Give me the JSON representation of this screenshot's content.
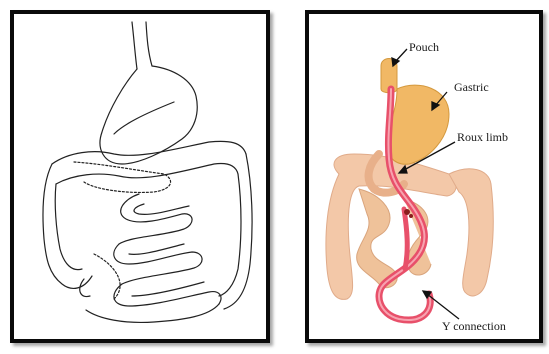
{
  "left_figure": {
    "icon": "normal-digestive-tract-line-drawing"
  },
  "right_figure": {
    "icon": "roux-en-y-gastric-bypass-illustration",
    "labels": {
      "pouch": "Pouch",
      "gastric": "Gastric",
      "roux_limb": "Roux limb",
      "y_connection": "Y connection"
    }
  },
  "colors": {
    "border": "#0a0a0a",
    "colon": "#f3c8a8",
    "stomach": "#f1b865",
    "roux_limb": "#e8506a"
  }
}
